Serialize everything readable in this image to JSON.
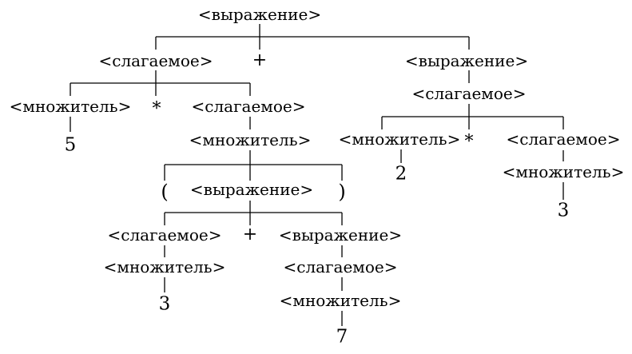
{
  "tree": {
    "root": "<выражение>",
    "l1_term": "<слагаемое>",
    "l1_plus": "+",
    "l1_expr": "<выражение>",
    "l2_factor": "<множитель>",
    "l2_star": "*",
    "l2_term": "<слагаемое>",
    "l2_num_5": "5",
    "l3_factor": "<множитель>",
    "l4_lparen": "(",
    "l4_expr": "<выражение>",
    "l4_rparen": ")",
    "l5_term": "<слагаемое>",
    "l5_plus": "+",
    "l5_expr": "<выражение>",
    "l6_factor": "<множитель>",
    "l6_term": "<слагаемое>",
    "l7_num_3": "3",
    "l7_factor": "<множитель>",
    "l8_num_7": "7",
    "r2_term": "<слагаемое>",
    "r3_factor": "<множитель>",
    "r3_star": "*",
    "r3_term": "<слагаемое>",
    "r4_num_2": "2",
    "r4_factor": "<множитель>",
    "r5_num_3": "3"
  }
}
